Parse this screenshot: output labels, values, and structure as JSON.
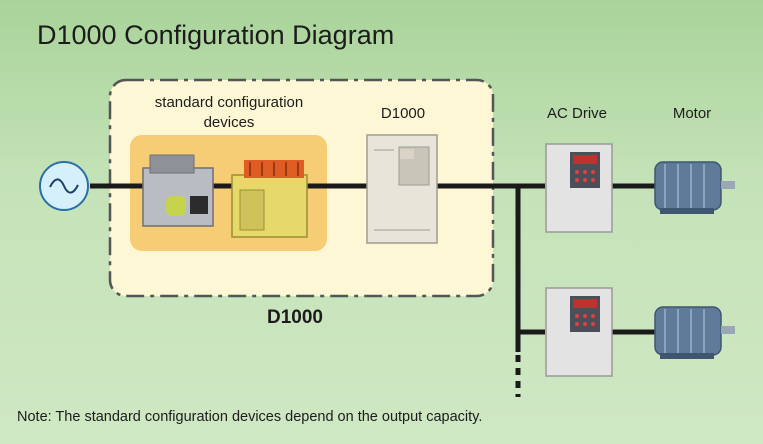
{
  "diagram": {
    "title": "D1000 Configuration Diagram",
    "std_config_label": "standard configuration devices",
    "std_config_line1": "standard configuration",
    "std_config_line2": "devices",
    "d1000_top_label": "D1000",
    "ac_drive_label": "AC Drive",
    "motor_label": "Motor",
    "d1000_box_label": "D1000",
    "note": "Note: The standard configuration devices depend on the output capacity."
  },
  "colors": {
    "background": "#bfe0b0",
    "box_fill": "#fdf7d6",
    "inner_box_fill": "#f6cd75",
    "line": "#1a1a1a"
  }
}
